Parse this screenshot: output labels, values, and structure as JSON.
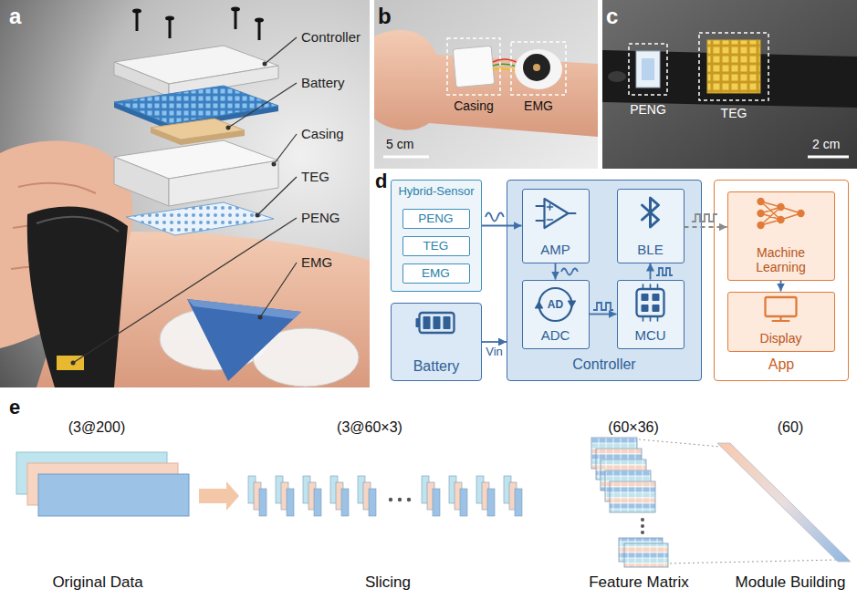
{
  "diagram": {
    "nodes": [
      {
        "text": [
          "Hybrid-Sensor"
        ]
      },
      {
        "text": [
          "PENG"
        ],
        "in": 0
      },
      {
        "text": [
          "TEG"
        ],
        "in": 0
      },
      {
        "text": [
          "EMG"
        ],
        "in": 0
      },
      {
        "text": [
          "Battery"
        ]
      },
      {
        "text": [
          "Controller"
        ]
      },
      {
        "text": [
          "AMP"
        ],
        "in": 5
      },
      {
        "text": [
          "BLE"
        ],
        "in": 5
      },
      {
        "text": [
          "AD",
          "ADC"
        ],
        "in": 5
      },
      {
        "text": [
          "MCU"
        ],
        "in": 5
      },
      {
        "text": [
          "App"
        ]
      },
      {
        "text": [
          "Machine Learning"
        ],
        "in": 10
      },
      {
        "text": [
          "Display"
        ],
        "in": 10
      }
    ],
    "edges": [
      {
        "from": 0,
        "to": 6,
        "arrow": "to"
      },
      {
        "from": 6,
        "to": 8,
        "arrow": "to"
      },
      {
        "from": 8,
        "to": 9,
        "arrow": "to"
      },
      {
        "from": 9,
        "to": 7,
        "arrow": "to"
      },
      {
        "from": 7,
        "to": 11,
        "arrow": "to"
      },
      {
        "from": 11,
        "to": 12,
        "arrow": "to"
      },
      {
        "from": 4,
        "to": 5,
        "label": "Vin",
        "arrow": "to"
      }
    ],
    "labels": [
      "a",
      "Controller",
      "Battery",
      "Casing",
      "TEG",
      "PENG",
      "EMG",
      "b",
      "Casing",
      "EMG",
      "5 cm",
      "c",
      "PENG",
      "TEG",
      "2 cm",
      "d",
      "e",
      "(3@200)",
      "(3@60×3)",
      "(60×36)",
      "(60)",
      "Original Data",
      "Slicing",
      "Feature Matrix",
      "Module Building"
    ]
  }
}
